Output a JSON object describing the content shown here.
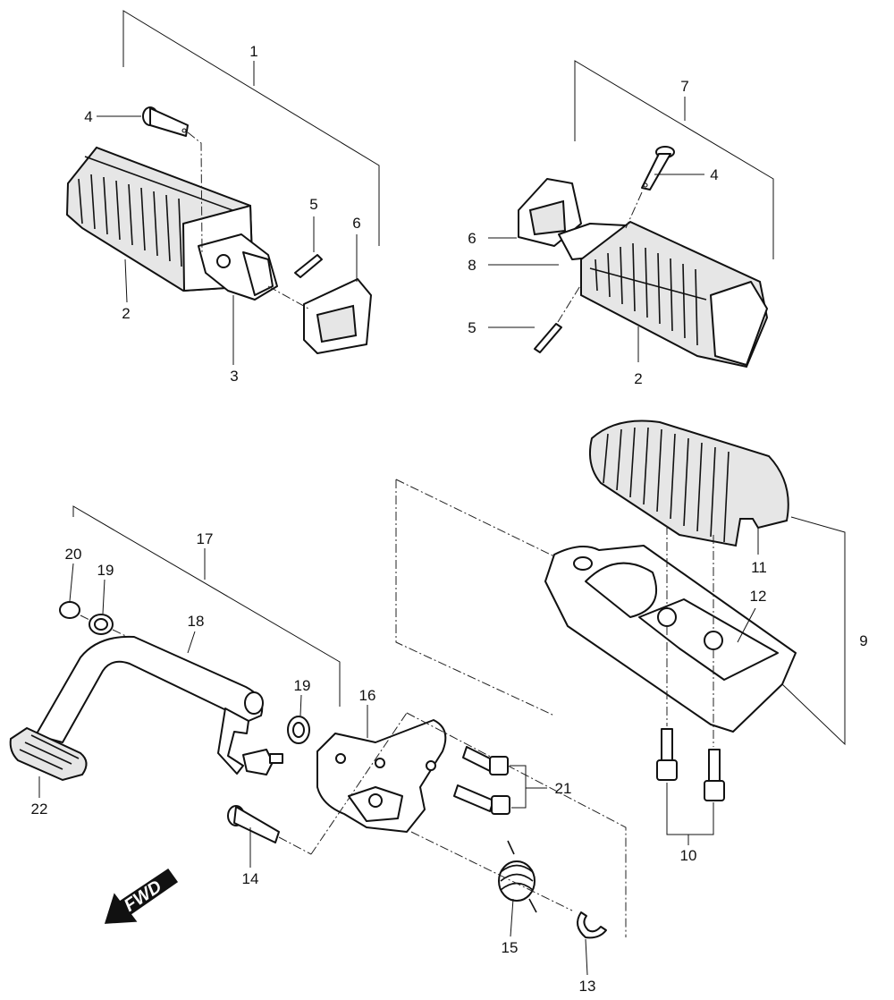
{
  "diagram": {
    "fwd_label": "FWD",
    "callouts": {
      "c1": "1",
      "c2a": "2",
      "c2b": "2",
      "c3": "3",
      "c4a": "4",
      "c4b": "4",
      "c5a": "5",
      "c5b": "5",
      "c6a": "6",
      "c6b": "6",
      "c7": "7",
      "c8": "8",
      "c9": "9",
      "c10": "10",
      "c11": "11",
      "c12": "12",
      "c13": "13",
      "c14": "14",
      "c15": "15",
      "c16": "16",
      "c17": "17",
      "c18": "18",
      "c19a": "19",
      "c19b": "19",
      "c20": "20",
      "c21": "21",
      "c22": "22"
    }
  }
}
